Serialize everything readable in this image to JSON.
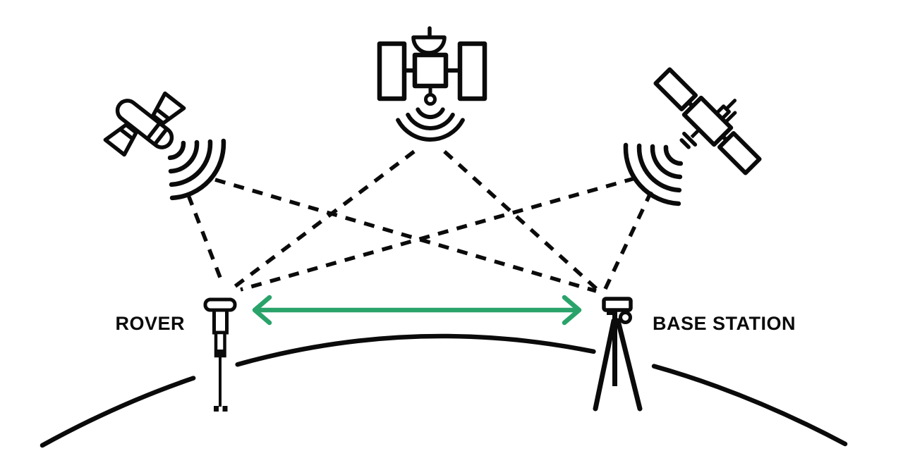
{
  "labels": {
    "rover": "ROVER",
    "base_station": "BASE STATION"
  },
  "colors": {
    "ink": "#0b0b0b",
    "accent_green": "#2aa36b",
    "background": "#ffffff"
  },
  "diagram": {
    "type": "rtk-gnss-positioning",
    "nodes": [
      {
        "id": "satellite-left",
        "kind": "gnss-satellite",
        "icon": "satellite-icon",
        "waves": 4
      },
      {
        "id": "satellite-center",
        "kind": "gnss-satellite",
        "icon": "satellite-dish-icon",
        "waves": 3
      },
      {
        "id": "satellite-right",
        "kind": "gnss-satellite",
        "icon": "satellite-icon",
        "waves": 4
      },
      {
        "id": "rover",
        "kind": "ground-station",
        "label": "ROVER"
      },
      {
        "id": "base-station",
        "kind": "ground-station",
        "label": "BASE STATION"
      }
    ],
    "links": [
      {
        "from": "satellite-left",
        "to": "rover",
        "style": "dashed"
      },
      {
        "from": "satellite-left",
        "to": "base-station",
        "style": "dashed"
      },
      {
        "from": "satellite-center",
        "to": "rover",
        "style": "dashed"
      },
      {
        "from": "satellite-center",
        "to": "base-station",
        "style": "dashed"
      },
      {
        "from": "satellite-right",
        "to": "rover",
        "style": "dashed"
      },
      {
        "from": "satellite-right",
        "to": "base-station",
        "style": "dashed"
      },
      {
        "from": "rover",
        "to": "base-station",
        "style": "double-arrow",
        "color": "#2aa36b"
      }
    ],
    "ground": "earth-curvature-arc"
  }
}
